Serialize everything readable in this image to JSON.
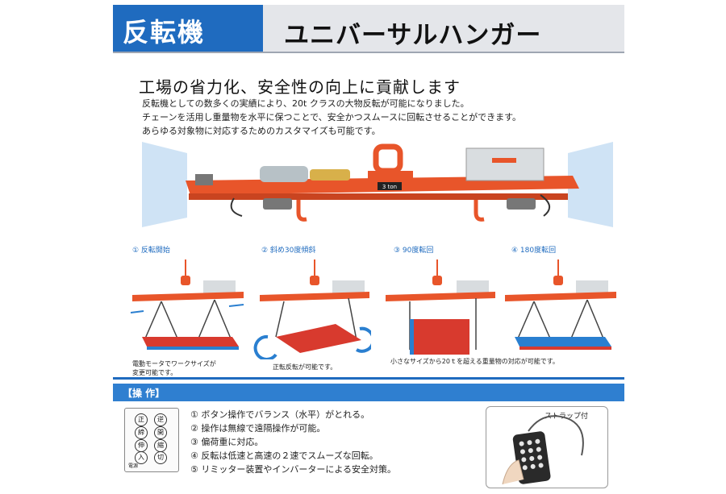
{
  "header": {
    "category": "反転機",
    "product": "ユニバーサルハンガー"
  },
  "headline": "工場の省力化、安全性の向上に貢献します",
  "intro": [
    "反転機としての数多くの実績により、20t クラスの大物反転が可能になりました。",
    "チェーンを活用し重量物を水平に保つことで、安全かつスムースに回転させることができます。",
    "あらゆる対象物に対応するためのカスタマイズも可能です。"
  ],
  "machine": {
    "capacity_label": "3 ton"
  },
  "steps": [
    {
      "label": "① 反転開始"
    },
    {
      "label": "② 斜め30度傾斜"
    },
    {
      "label": "③ 90度転回"
    },
    {
      "label": "④ 180度転回"
    }
  ],
  "notes": {
    "motor": [
      "電動モータでワークサイズが",
      "変更可能です。"
    ],
    "reverse": "正転反転が可能です。",
    "range": "小さなサイズから20ｔを超える重量物の対応が可能です。"
  },
  "operation": {
    "title": "【操 作】",
    "remote_buttons": [
      "正",
      "逆",
      "締",
      "開",
      "伸",
      "縮",
      "入",
      "切"
    ],
    "remote_caption": "電源",
    "items": [
      "① ボタン操作でバランス（水平）がとれる。",
      "② 操作は無線で遠隔操作が可能。",
      "③ 偏荷重に対応。",
      "④ 反転は低速と高速の２速でスムーズな回転。",
      "⑤ リミッター装置やインバーターによる安全対策。"
    ],
    "strap_label": "ストラップ付"
  },
  "colors": {
    "brand_blue": "#1f6bbf",
    "machine_orange": "#e8552a",
    "plate_red": "#d83a2e",
    "plate_blue": "#2a7fd0"
  }
}
